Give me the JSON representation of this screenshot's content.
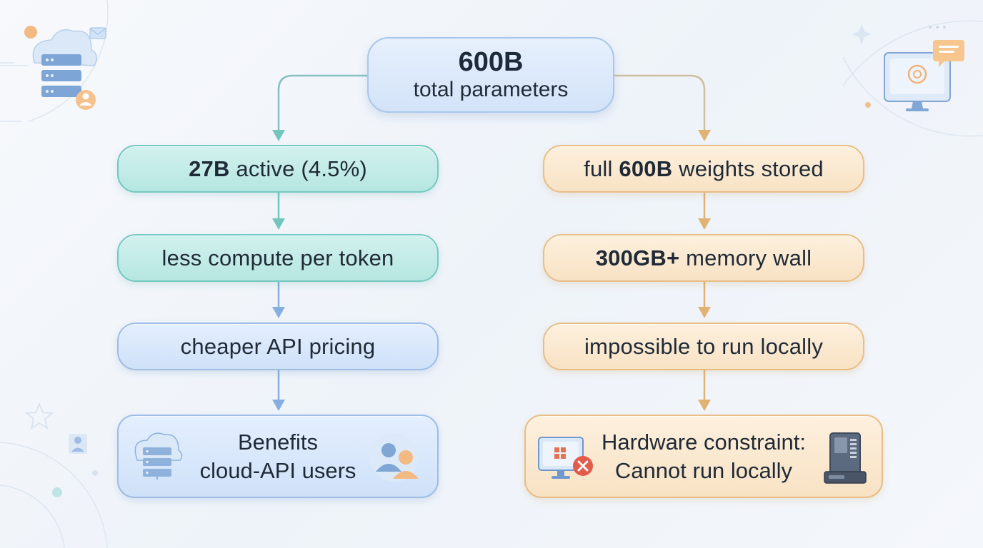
{
  "top": {
    "value": "600B",
    "label": "total parameters"
  },
  "left_branch": {
    "step1": {
      "bold": "27B",
      "text": " active (4.5%)"
    },
    "step2": "less compute per token",
    "step3": "cheaper API pricing",
    "result": {
      "line1": "Benefits",
      "line2": "cloud-API users"
    }
  },
  "right_branch": {
    "step1": {
      "pre": "full ",
      "bold": "600B",
      "post": " weights stored"
    },
    "step2": {
      "bold": "300GB+",
      "text": " memory wall"
    },
    "step3": "impossible to run locally",
    "result": {
      "line1": "Hardware constraint:",
      "line2": "Cannot run locally"
    }
  },
  "colors": {
    "teal": "#74c9c0",
    "blue": "#9dbde6",
    "orange": "#e8bd86",
    "arrow_teal": "#72c6bd",
    "arrow_blue": "#86aee0",
    "arrow_orange": "#e0b274"
  },
  "icons": [
    "cloud-server-icon",
    "mail-icon",
    "user-icon",
    "monitor-chat-icon",
    "sparkle-icon",
    "star-outline-icon",
    "cloud-server-icon",
    "users-icon",
    "monitor-error-icon",
    "server-tower-icon"
  ]
}
